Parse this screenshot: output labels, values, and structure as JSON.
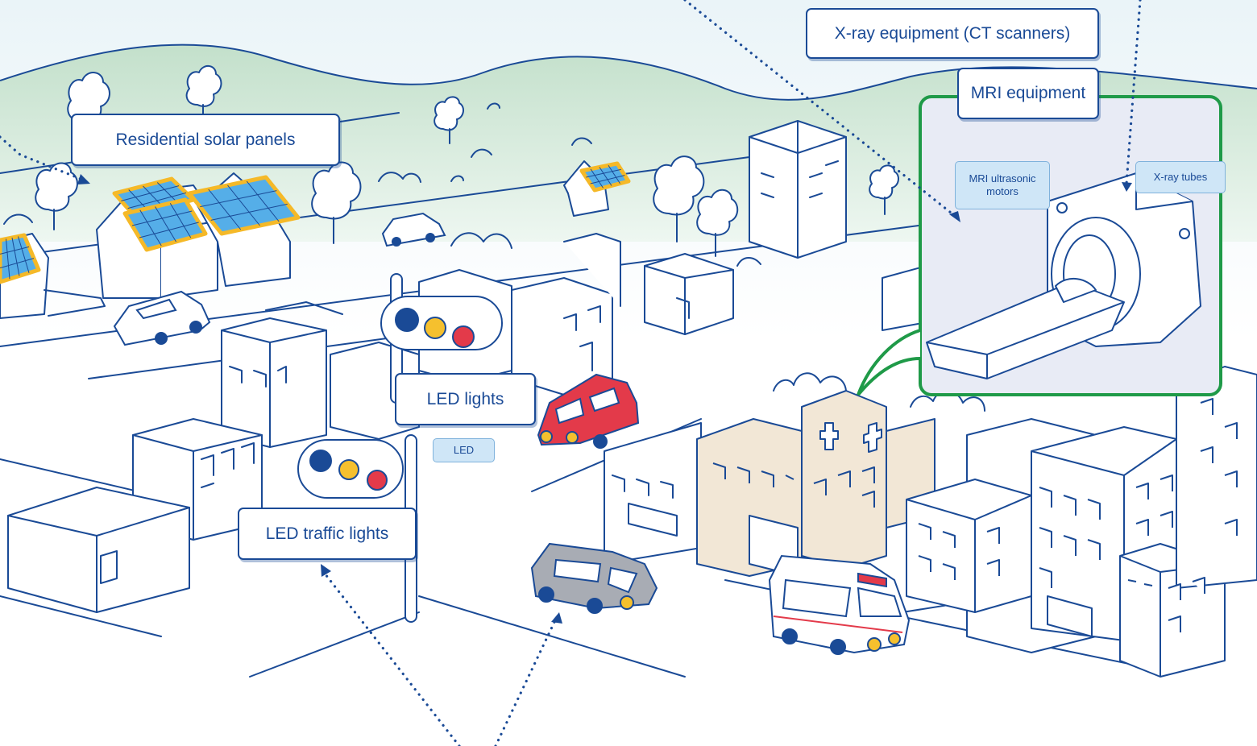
{
  "labels": {
    "residential_solar": "Residential solar panels",
    "xray_equipment": "X-ray equipment (CT scanners)",
    "mri_equipment": "MRI equipment",
    "led_lights": "LED lights",
    "led_traffic_lights": "LED traffic lights"
  },
  "tags": {
    "mri_ultrasonic_line1": "MRI ultrasonic",
    "mri_ultrasonic_line2": "motors",
    "xray_tubes": "X-ray tubes",
    "led": "LED"
  },
  "colors": {
    "line": "#1a4a96",
    "hill": "#c6e2cc",
    "sky": "#e3f1f7",
    "inset_border": "#1f9a48",
    "inset_fill": "#e8ebf5",
    "solar_frame": "#f5b928",
    "solar_cell": "#55aee8",
    "car_red": "#e33a4a",
    "car_gray": "#a8acb4",
    "hospital": "#f2e7d6",
    "light_blue": "#1a4a96",
    "light_yellow": "#f5c02e",
    "light_red": "#e33a4a"
  }
}
